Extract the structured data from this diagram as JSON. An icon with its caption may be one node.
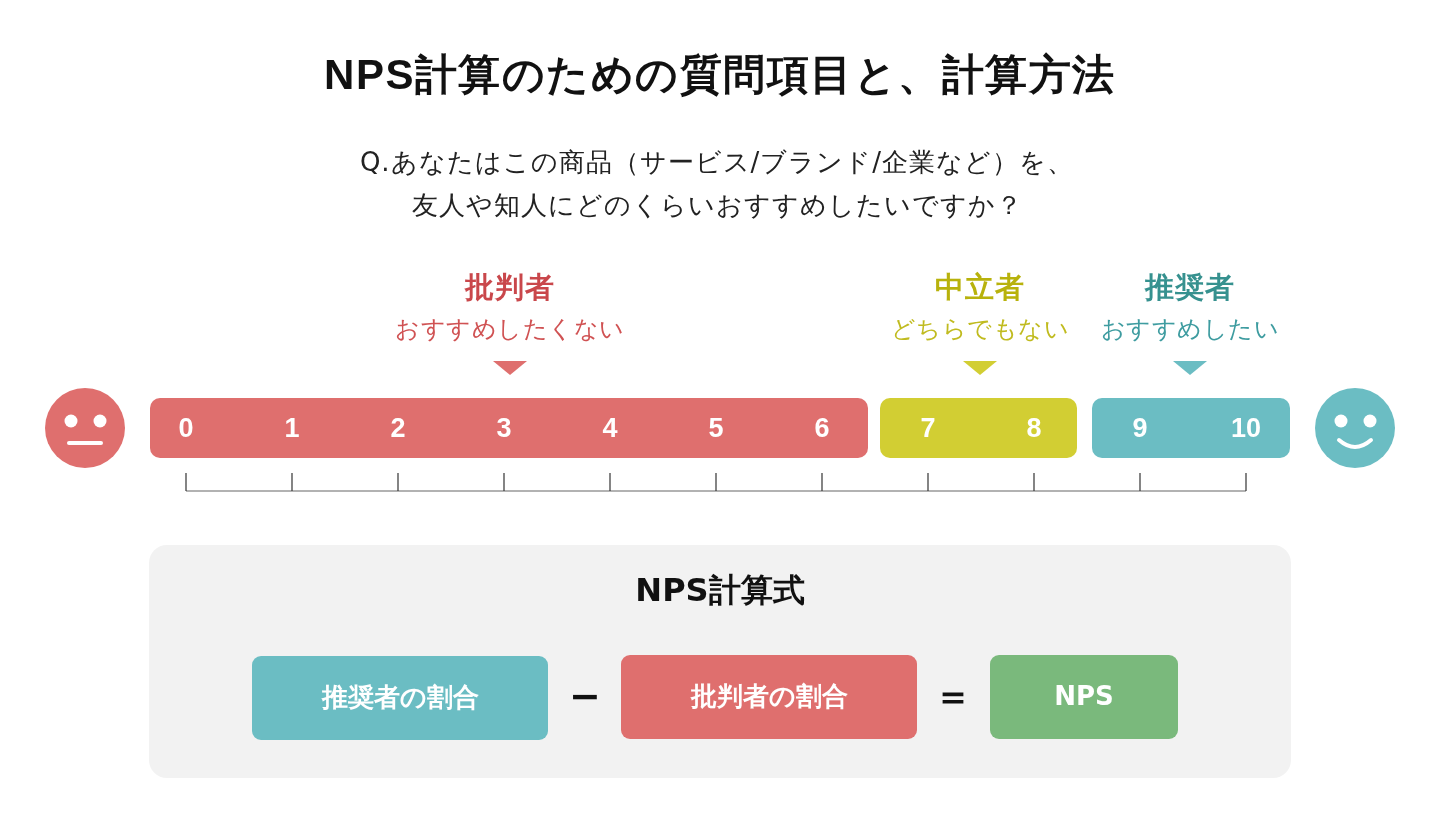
{
  "diagram": {
    "title": "NPS計算のための質問項目と、計算方法",
    "nodes": [
      {
        "text": [
          "0",
          "1",
          "2",
          "3",
          "4",
          "5",
          "6"
        ],
        "beside": [
          "批判者",
          "おすすめしたくない"
        ]
      },
      {
        "text": [
          "7",
          "8"
        ],
        "beside": [
          "中立者",
          "どちらでもない"
        ]
      },
      {
        "text": [
          "9",
          "10"
        ],
        "beside": [
          "推奨者",
          "おすすめしたい"
        ]
      },
      {
        "text": [
          "NPS計算式"
        ]
      },
      {
        "text": [
          "推奨者の割合"
        ],
        "in": 3
      },
      {
        "text": [
          "批判者の割合"
        ],
        "in": 3
      },
      {
        "text": [
          "NPS"
        ],
        "in": 3
      }
    ],
    "labels": [
      "Q.あなたはこの商品（サービス/ブランド/企業など）を、友人や知人にどのくらいおすすめしたいですか？",
      "−",
      "＝"
    ]
  }
}
